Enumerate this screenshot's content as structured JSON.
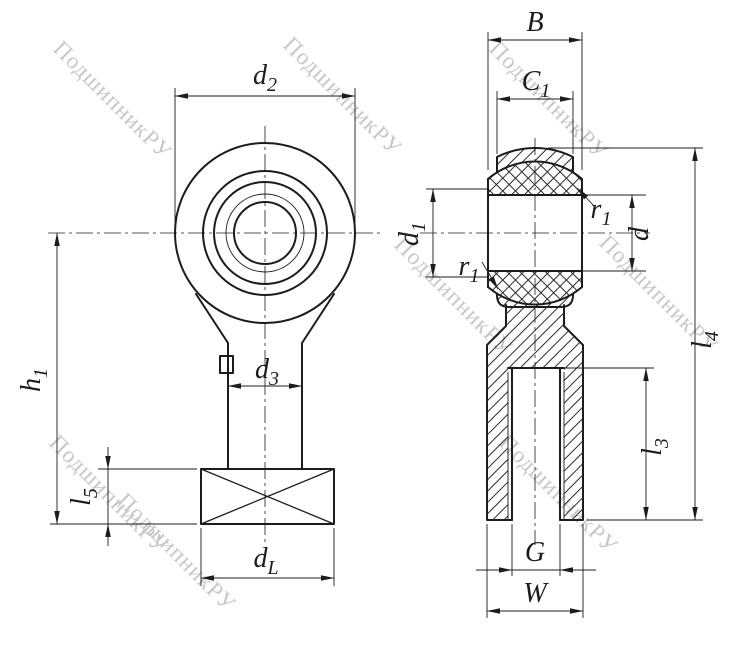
{
  "watermark": {
    "text": "ПодшипникРУ"
  },
  "colors": {
    "line": "#1c1c1c",
    "watermark": "#c7c7c7",
    "hatch": "#2a2a2a",
    "background": "#ffffff"
  },
  "labels": {
    "d2": {
      "main": "d",
      "sub": "2"
    },
    "h1": {
      "main": "h",
      "sub": "1"
    },
    "d3": {
      "main": "d",
      "sub": "3"
    },
    "l5": {
      "main": "l",
      "sub": "5"
    },
    "dL": {
      "main": "d",
      "sub": "L"
    },
    "B": {
      "main": "B",
      "sub": ""
    },
    "C1": {
      "main": "C",
      "sub": "1"
    },
    "d1": {
      "main": "d",
      "sub": "1"
    },
    "r1_top": {
      "main": "r",
      "sub": "1"
    },
    "r1_side": {
      "main": "r",
      "sub": "1"
    },
    "d": {
      "main": "d",
      "sub": ""
    },
    "l4": {
      "main": "l",
      "sub": "4"
    },
    "l3": {
      "main": "l",
      "sub": "3"
    },
    "G": {
      "main": "G",
      "sub": ""
    },
    "W": {
      "main": "W",
      "sub": ""
    }
  }
}
